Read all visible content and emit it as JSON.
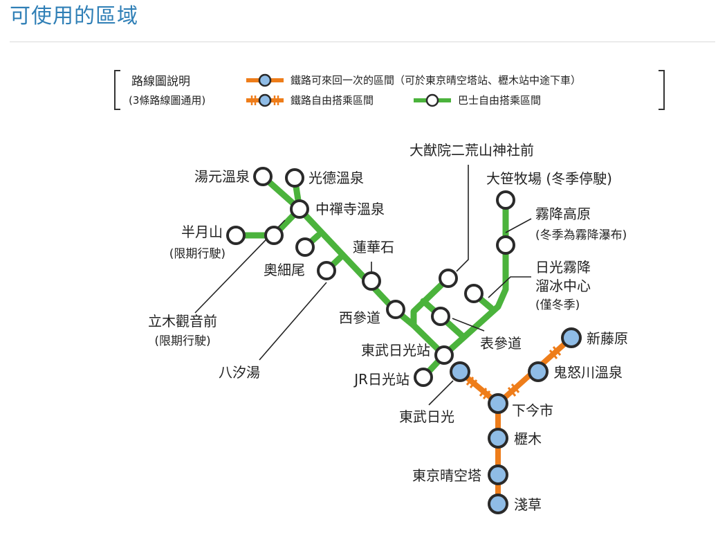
{
  "page": {
    "title": "可使用的區域"
  },
  "legend": {
    "heading": "路線圖說明",
    "subheading": "(3條路線圖通用)",
    "items": [
      {
        "label": "鐵路可來回一次的區間（可於東京晴空塔站、櫪木站中途下車）"
      },
      {
        "label": "鐵路自由搭乘區間"
      },
      {
        "label": "巴士自由搭乘區間"
      }
    ]
  },
  "colors": {
    "bus": "#4bb33c",
    "rail": "#ee7d1a",
    "rail_station_fill": "#8fbce6",
    "station_ring": "#2a2a2a",
    "title": "#2f7fb6"
  },
  "stations": {
    "yumoto": "湯元溫泉",
    "kotoku": "光德溫泉",
    "chuzenji": "中禪寺溫泉",
    "hangetsu": "半月山",
    "hangetsu_note": "(限期行駛)",
    "okuhosoo": "奧細尾",
    "tachiki": "立木觀音前",
    "tachiki_note": "(限期行駛)",
    "hasshio": "八汐湯",
    "rengeseki": "蓮華石",
    "nishisando": "西參道",
    "futarasan": "大猷院二荒山神社前",
    "osasa": "大笹牧場 (冬季停駛)",
    "kirifuri": "霧降高原",
    "kirifuri_note": "(冬季為霧降瀑布)",
    "ice_line1": "日光霧降",
    "ice_line2": "溜冰中心",
    "ice_note": "(僅冬季)",
    "omotesando": "表參道",
    "tobu_nikko_bus": "東武日光站",
    "jr_nikko": "JR日光站",
    "tobu_nikko": "東武日光",
    "shimoimaichi": "下今市",
    "kinugawa": "鬼怒川溫泉",
    "shinfujiwara": "新藤原",
    "tochigi": "櫪木",
    "skytree": "東京晴空塔",
    "asakusa": "淺草"
  }
}
